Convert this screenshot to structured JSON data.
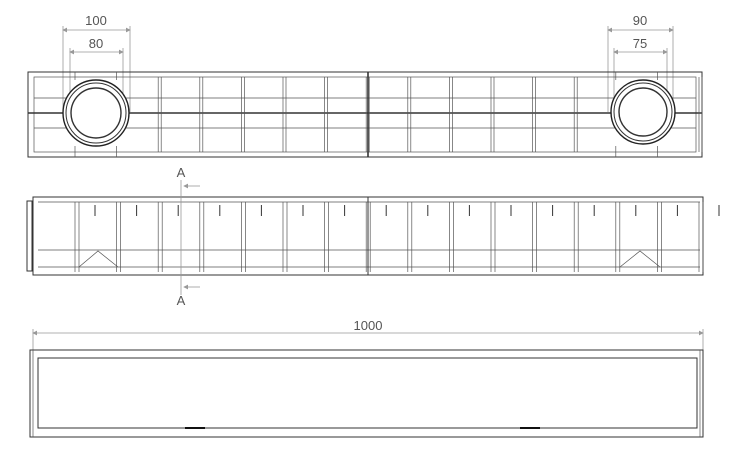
{
  "dimensions": {
    "left_outer": "100",
    "left_inner": "80",
    "right_outer": "90",
    "right_inner": "75",
    "total_length": "1000"
  },
  "section": {
    "top_label": "A",
    "bottom_label": "A"
  }
}
